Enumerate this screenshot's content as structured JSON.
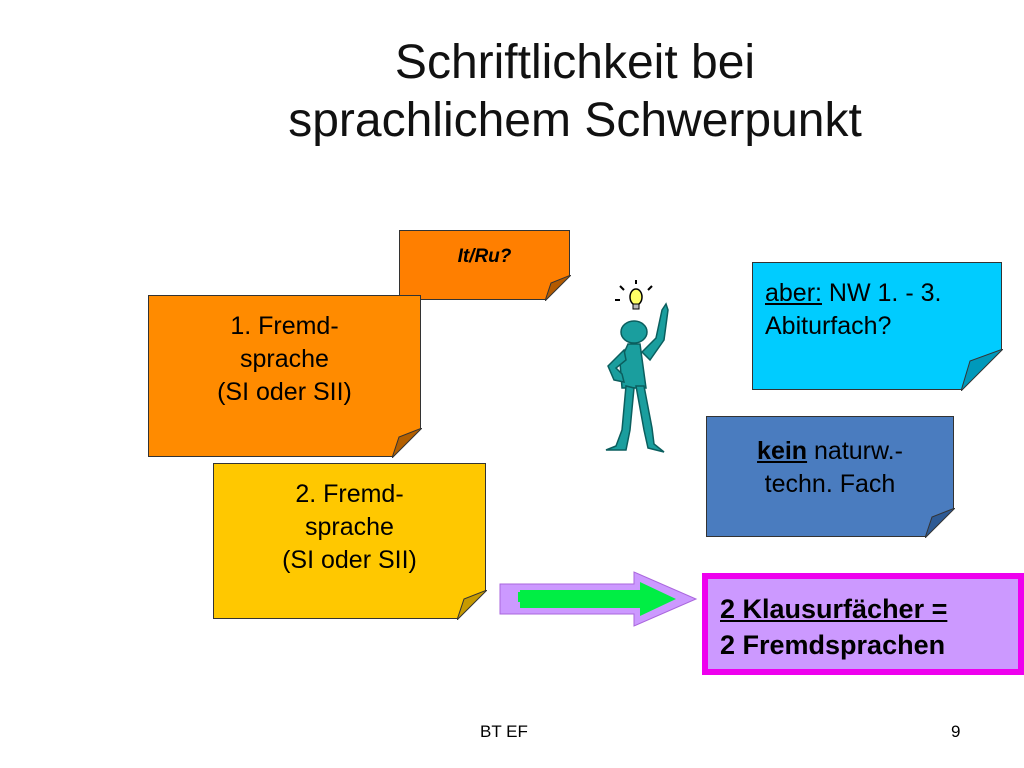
{
  "title": {
    "line1": "Schriftlichkeit bei",
    "line2": "sprachlichem Schwerpunkt"
  },
  "notes": {
    "itru": "It/Ru?",
    "fremd1": {
      "line1": "1. Fremd-",
      "line2": "sprache",
      "line3": "(SI oder SII)"
    },
    "fremd2": {
      "line1": "2. Fremd-",
      "line2": "sprache",
      "line3": "(SI oder SII)"
    },
    "aber": {
      "keyword": "aber:",
      "rest": " NW 1. - 3.",
      "line2": "Abiturfach?"
    },
    "kein": {
      "keyword": "kein",
      "rest": " naturw.-",
      "line2": "techn. Fach"
    }
  },
  "result": {
    "line1": "2 Klausurfächer =",
    "line2": "2 Fremdsprachen"
  },
  "icons": {
    "figure": "thinking-person-icon",
    "bulb": "lightbulb-icon",
    "arrow": "right-arrow-icon"
  },
  "colors": {
    "itru": "#ff7f00",
    "fremd1": "#ff8b00",
    "fremd2": "#ffc800",
    "aber": "#00ccff",
    "kein": "#4a7cbf",
    "result_border": "#ee00ee",
    "result_fill": "#cc99ff",
    "arrow": "#00ee44",
    "figure": "#1a9e9e"
  },
  "footer": {
    "left": "BT EF",
    "page_number": "9"
  }
}
